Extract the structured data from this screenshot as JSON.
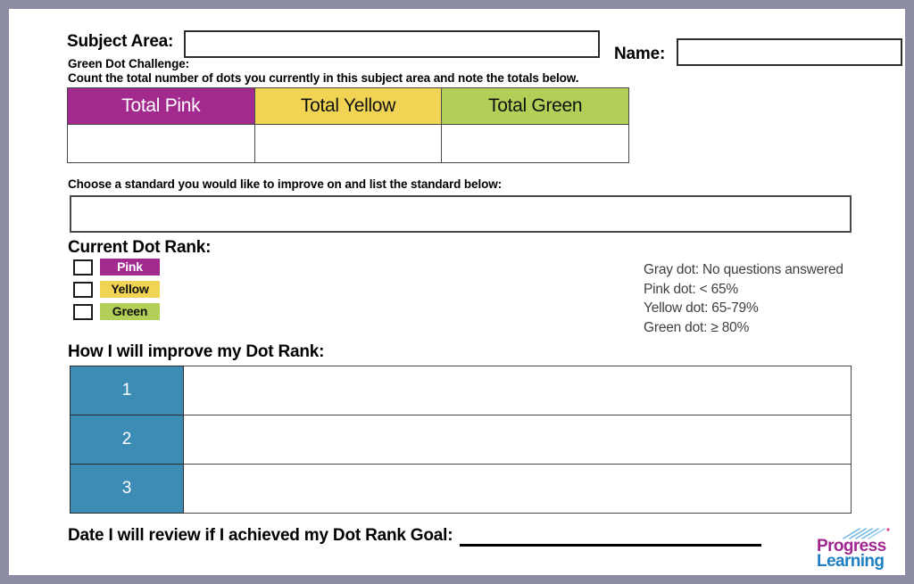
{
  "document": {
    "title": "Green Dot Challenge Goal Sheet",
    "border_color": "#8b8ba4"
  },
  "header": {
    "subject_label": "Subject Area:",
    "subject_value": "",
    "subject_placeholder": "",
    "name_label": "Name:",
    "name_value": "",
    "name_placeholder": ""
  },
  "challenge": {
    "title": "Green Dot Challenge:",
    "instruction": "Count the total number of dots you currently in this subject area and note the totals below."
  },
  "totals_table": {
    "columns": [
      {
        "label": "Total Pink",
        "bg": "#a22a8e",
        "fg": "#ffffff",
        "value": ""
      },
      {
        "label": "Total Yellow",
        "bg": "#f2d455",
        "fg": "#111111",
        "value": ""
      },
      {
        "label": "Total Green",
        "bg": "#b2cf57",
        "fg": "#111111",
        "value": ""
      }
    ]
  },
  "standard": {
    "label": "Choose a standard you would like to improve on and list the standard below:",
    "value": "",
    "placeholder": ""
  },
  "current_dot_rank": {
    "heading": "Current Dot Rank:",
    "options": [
      {
        "label": "Pink",
        "checked": false,
        "bg": "#a22a8e",
        "fg": "#ffffff"
      },
      {
        "label": "Yellow",
        "checked": false,
        "bg": "#f2d455",
        "fg": "#111111"
      },
      {
        "label": "Green",
        "checked": false,
        "bg": "#b2cf57",
        "fg": "#111111"
      }
    ]
  },
  "legend": {
    "lines": [
      "Gray dot: No questions answered",
      "Pink dot: < 65%",
      "Yellow dot: 65-79%",
      "Green dot: ≥ 80%"
    ]
  },
  "improve": {
    "heading": "How I will improve my Dot Rank:",
    "accent_color": "#3d8cb5",
    "rows": [
      {
        "number": "1",
        "value": ""
      },
      {
        "number": "2",
        "value": ""
      },
      {
        "number": "3",
        "value": ""
      }
    ]
  },
  "footer": {
    "label": "Date I will review if I achieved my Dot Rank Goal:",
    "value": ""
  },
  "logo": {
    "word1": "Progress",
    "word2": "Learning",
    "color1": "#a0268f",
    "color2": "#1e7fc2"
  }
}
